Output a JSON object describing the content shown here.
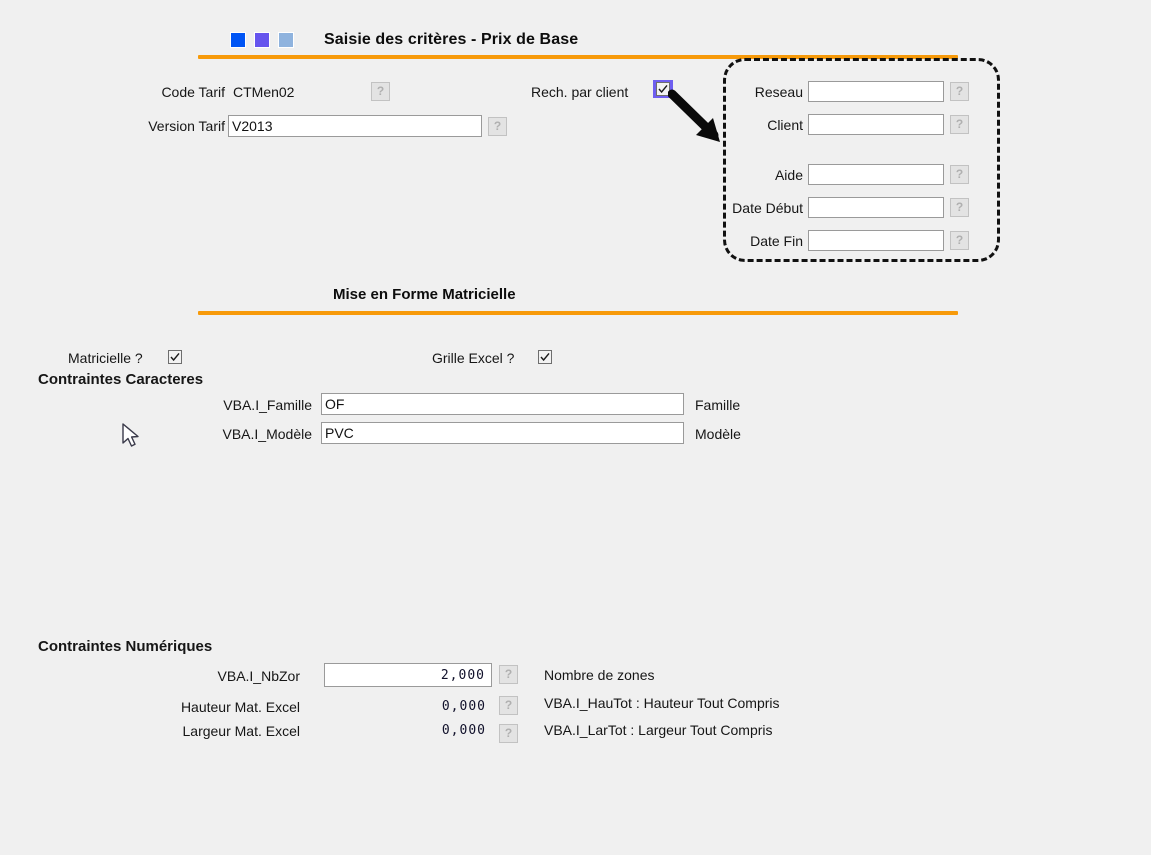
{
  "window": {
    "title": "Saisie des critères - Prix de Base",
    "background": "#f0f0f0",
    "accent": "#f79a0a"
  },
  "title_squares": [
    {
      "name": "square-blue",
      "color": "#0055f5"
    },
    {
      "name": "square-violet",
      "color": "#6655ee"
    },
    {
      "name": "square-light",
      "color": "#8fb3de"
    }
  ],
  "criteria": {
    "code_tarif": {
      "label": "Code Tarif",
      "value": "CTMen02",
      "help": "?"
    },
    "version_tarif": {
      "label": "Version Tarif",
      "value": "V2013",
      "placeholder": "",
      "help": "?"
    },
    "rech_par_client": {
      "label": "Rech. par client",
      "checked": true
    }
  },
  "callout": {
    "fields": [
      {
        "label": "Reseau",
        "value": "",
        "placeholder": "",
        "help": "?"
      },
      {
        "label": "Client",
        "value": "",
        "placeholder": "",
        "help": "?"
      },
      {
        "label": "Aide",
        "value": "",
        "placeholder": "",
        "help": "?"
      },
      {
        "label": "Date Début",
        "value": "",
        "placeholder": "",
        "help": "?"
      },
      {
        "label": "Date Fin",
        "value": "",
        "placeholder": "",
        "help": "?"
      }
    ]
  },
  "matricielle": {
    "section_title": "Mise en Forme Matricielle",
    "matricielle_label": "Matricielle ?",
    "matricielle_checked": true,
    "grille_excel_label": "Grille Excel ?",
    "grille_excel_checked": true
  },
  "contraintes_caracteres": {
    "heading": "Contraintes Caracteres",
    "rows": [
      {
        "name": "VBA.I_Famille",
        "value": "OF",
        "placeholder": "",
        "desc": "Famille",
        "help": "?"
      },
      {
        "name": "VBA.I_Modèle",
        "value": "PVC",
        "placeholder": "",
        "desc": "Modèle",
        "help": "?"
      }
    ]
  },
  "contraintes_numeriques": {
    "heading": "Contraintes Numériques",
    "rows": [
      {
        "name": "VBA.I_NbZor",
        "value": "2,000",
        "desc": "Nombre de zones",
        "editable": true,
        "help": "?"
      },
      {
        "name": "Hauteur Mat. Excel",
        "value": "0,000",
        "desc": "VBA.I_HauTot : Hauteur Tout Compris",
        "editable": false,
        "help": "?"
      },
      {
        "name": "Largeur Mat. Excel",
        "value": "0,000",
        "desc": "VBA.I_LarTot : Largeur Tout Compris",
        "editable": false,
        "help": "?"
      }
    ]
  }
}
